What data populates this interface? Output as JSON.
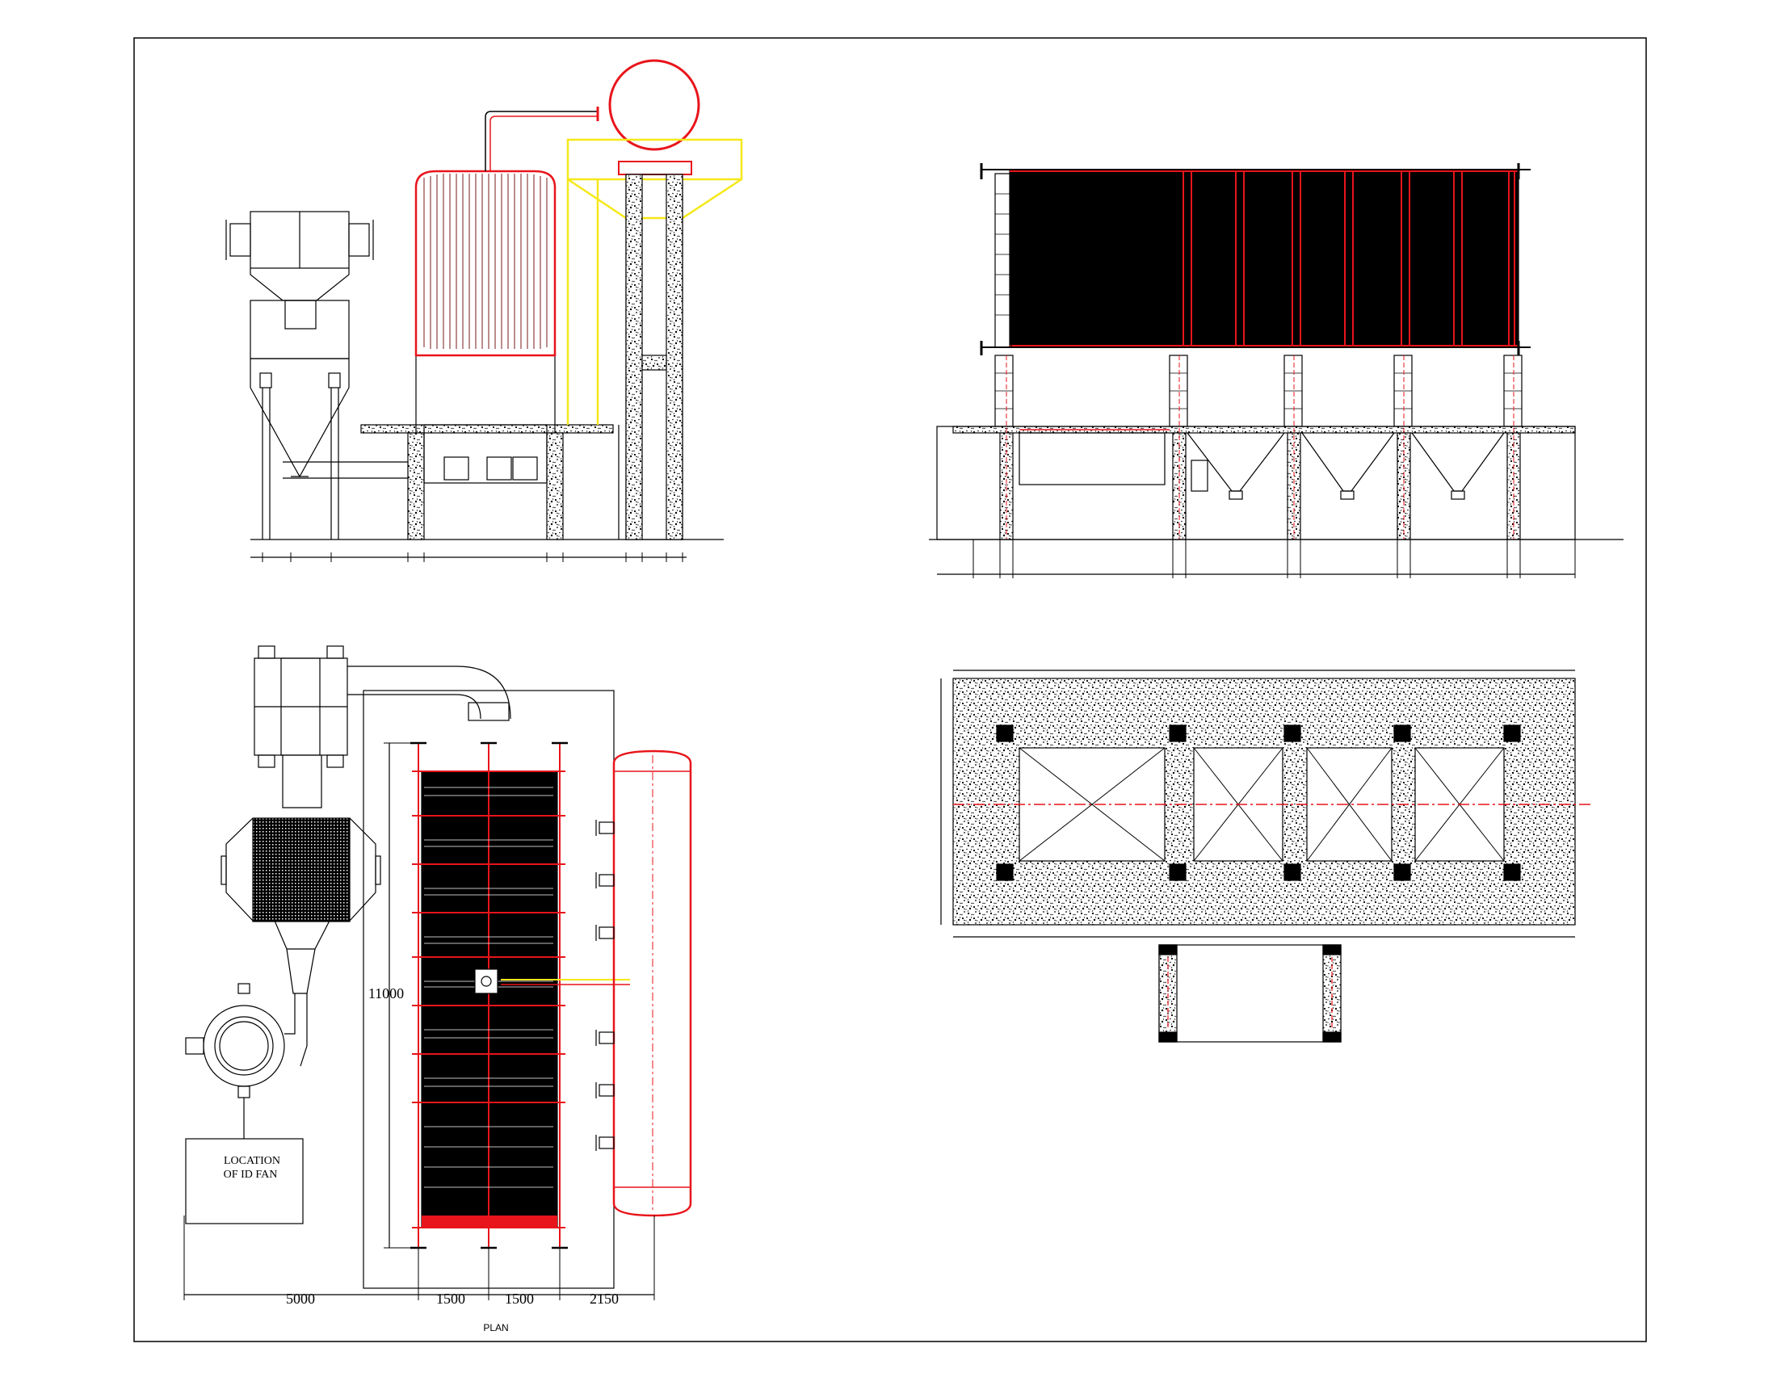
{
  "plan": {
    "caption": "PLAN",
    "fan_box_label": [
      "LOCATION",
      "OF ID FAN"
    ],
    "height_dimension": "11000",
    "bottom_dimensions": [
      "5000",
      "1500",
      "1500",
      "2150"
    ]
  },
  "colors": {
    "line": "#000000",
    "tube_red": "#e8141b",
    "steam_drum": "#e8141b",
    "support_frame": "#f5e818",
    "hatch": "#000000"
  }
}
